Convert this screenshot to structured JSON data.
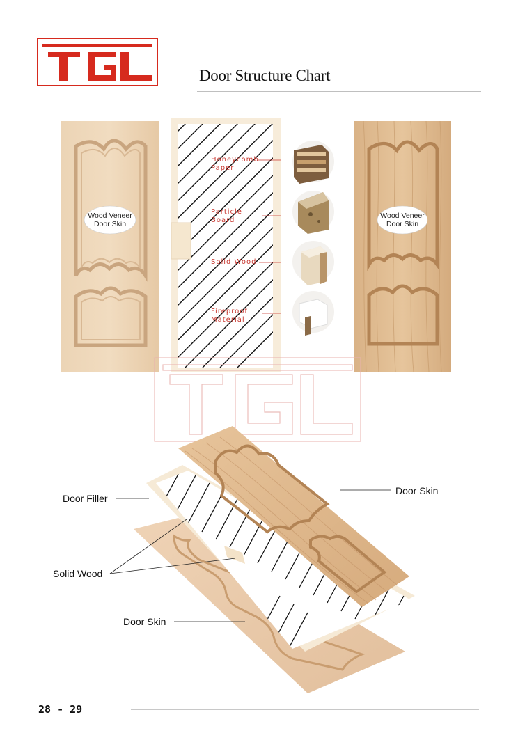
{
  "header": {
    "logo_text": "TGL",
    "title": "Door Structure Chart"
  },
  "top_diagram": {
    "left_door_label": "Wood Veneer\nDoor Skin",
    "right_door_label": "Wood Veneer\nDoor Skin",
    "core_labels": [
      {
        "line1": "Honeycomb",
        "line2": "Paper"
      },
      {
        "line1": "Particle",
        "line2": "Board"
      },
      {
        "line1": "Solid Wood",
        "line2": ""
      },
      {
        "line1": "Fireproof",
        "line2": "Material"
      }
    ]
  },
  "watermark": {
    "text": "TGL"
  },
  "exploded_view": {
    "door_filler": "Door Filler",
    "solid_wood": "Solid Wood",
    "door_skin_back": "Door Skin",
    "door_skin_front": "Door Skin"
  },
  "footer": {
    "page_number": "28 - 29"
  },
  "colors": {
    "brand_red": "#d62a1e",
    "label_red": "#c8372f",
    "light_wood": "#e9cfb0",
    "veneer": "#ddb88d"
  }
}
